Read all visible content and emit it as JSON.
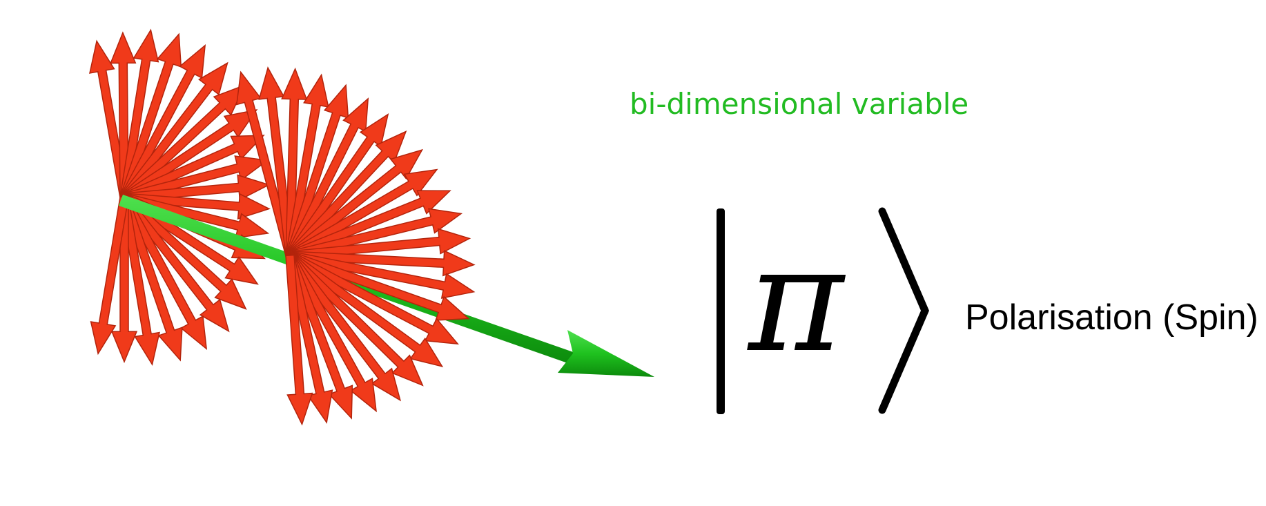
{
  "labels": {
    "variable": "bi-dimensional variable",
    "ket_symbol": "π",
    "polarisation": "Polarisation (Spin)"
  },
  "colors": {
    "vector_red": "#f03a1a",
    "axis_green": "#1fc21f",
    "caption_green": "#22bb22",
    "text": "#000000"
  }
}
